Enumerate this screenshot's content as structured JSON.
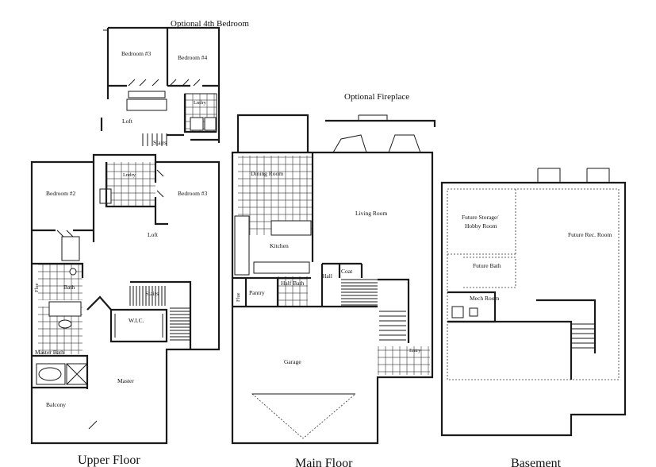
{
  "optional_labels": {
    "fourth_bedroom": "Optional 4th Bedroom",
    "fireplace": "Optional Fireplace"
  },
  "optional_upper": {
    "rooms": [
      "Bedroom #3",
      "Bedroom #4",
      "Lndry",
      "Loft",
      "Stairs"
    ]
  },
  "upper_floor": {
    "title": "Upper Floor",
    "rooms": [
      "Bedroom #2",
      "Lndry",
      "Bedroom #3",
      "Loft",
      "Flue",
      "Bath",
      "Stairs",
      "W.I.C.",
      "Master Bath",
      "Master",
      "Balcony"
    ]
  },
  "main_floor": {
    "title": "Main Floor",
    "rooms": [
      "Dining Room",
      "Living Room",
      "Kitchen",
      "Hall",
      "Coat",
      "Half Bath",
      "Flue",
      "Pantry",
      "Garage",
      "Entry"
    ]
  },
  "basement": {
    "title": "Basement",
    "rooms": [
      "Future Storage/",
      "Hobby Room",
      "Future Rec. Room",
      "Future Bath",
      "Mech Room"
    ]
  }
}
